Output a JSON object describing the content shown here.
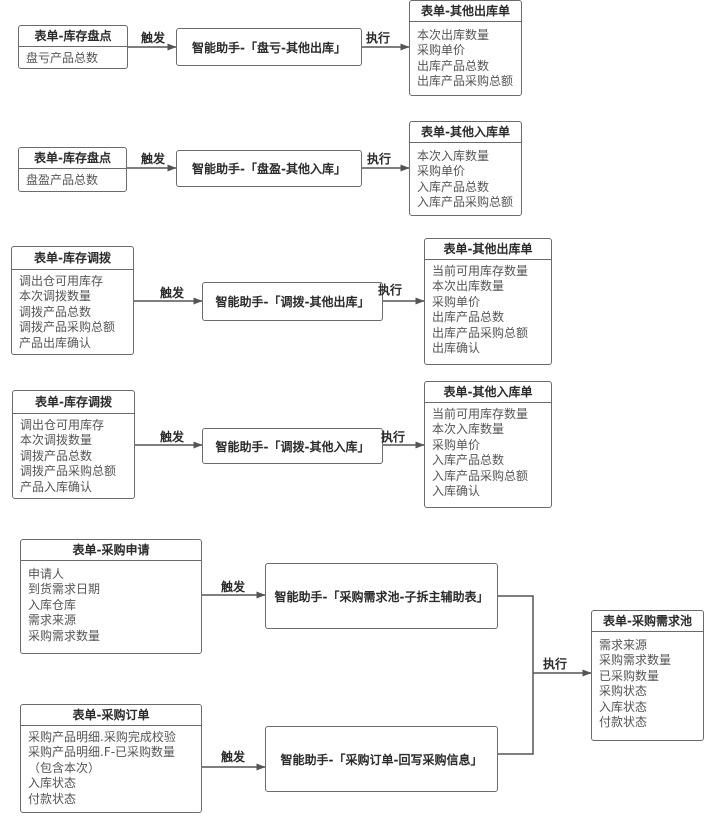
{
  "diagram": {
    "rows": [
      {
        "source": {
          "title": "表单-库存盘点",
          "fields": [
            "盘亏产品总数"
          ]
        },
        "trigger_label": "触发",
        "assistant": "智能助手-「盘亏-其他出库」",
        "execute_label": "执行",
        "target": {
          "title": "表单-其他出库单",
          "fields": [
            "本次出库数量",
            "采购单价",
            "出库产品总数",
            "出库产品采购总额"
          ]
        }
      },
      {
        "source": {
          "title": "表单-库存盘点",
          "fields": [
            "盘盈产品总数"
          ]
        },
        "trigger_label": "触发",
        "assistant": "智能助手-「盘盈-其他入库」",
        "execute_label": "执行",
        "target": {
          "title": "表单-其他入库单",
          "fields": [
            "本次入库数量",
            "采购单价",
            "入库产品总数",
            "入库产品采购总额"
          ]
        }
      },
      {
        "source": {
          "title": "表单-库存调拨",
          "fields": [
            "调出仓可用库存",
            "本次调拨数量",
            "调拨产品总数",
            "调拨产品采购总额",
            "产品出库确认"
          ]
        },
        "trigger_label": "触发",
        "assistant": "智能助手-「调拨-其他出库」",
        "execute_label": "执行",
        "target": {
          "title": "表单-其他出库单",
          "fields": [
            "当前可用库存数量",
            "本次出库数量",
            "采购单价",
            "出库产品总数",
            "出库产品采购总额",
            "出库确认"
          ]
        }
      },
      {
        "source": {
          "title": "表单-库存调拨",
          "fields": [
            "调出仓可用库存",
            "本次调拨数量",
            "调拨产品总数",
            "调拨产品采购总额",
            "产品入库确认"
          ]
        },
        "trigger_label": "触发",
        "assistant": "智能助手-「调拨-其他入库」",
        "execute_label": "执行",
        "target": {
          "title": "表单-其他入库单",
          "fields": [
            "当前可用库存数量",
            "本次入库数量",
            "采购单价",
            "入库产品总数",
            "入库产品采购总额",
            "入库确认"
          ]
        }
      }
    ],
    "purchase": {
      "request": {
        "title": "表单-采购申请",
        "fields": [
          "申请人",
          "到货需求日期",
          "入库仓库",
          "需求来源",
          "采购需求数量"
        ]
      },
      "request_trigger_label": "触发",
      "request_assistant": "智能助手-「采购需求池-子拆主辅助表」",
      "order": {
        "title": "表单-采购订单",
        "fields": [
          "采购产品明细.采购完成校验",
          "采购产品明细.F-已采购数量",
          "（包含本次）",
          "入库状态",
          "付款状态"
        ]
      },
      "order_trigger_label": "触发",
      "order_assistant": "智能助手-「采购订单-回写采购信息」",
      "execute_label": "执行",
      "pool": {
        "title": "表单-采购需求池",
        "fields": [
          "需求来源",
          "采购需求数量",
          "已采购数量",
          "采购状态",
          "入库状态",
          "付款状态"
        ]
      }
    }
  },
  "colors": {
    "border": "#6b6b6b",
    "text": "#2b2b2b",
    "field_text": "#555555",
    "line": "#555555"
  }
}
